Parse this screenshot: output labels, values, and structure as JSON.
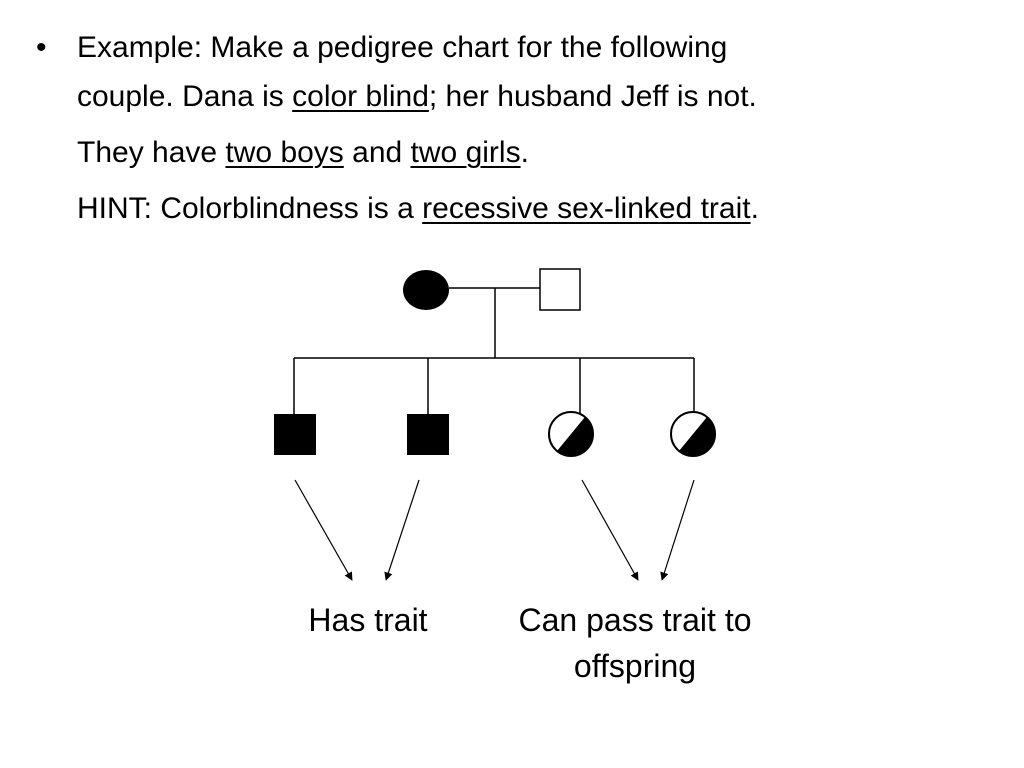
{
  "bullet": "•",
  "text": {
    "l1": "Example: Make a pedigree chart for the following",
    "l2_a": "couple. Dana is ",
    "l2_u": "color blind",
    "l2_b": "; her husband Jeff is not.",
    "l3_a": "They have ",
    "l3_u1": "two boys",
    "l3_b": " and ",
    "l3_u2": "two girls",
    "l3_c": ".",
    "l4_a": "HINT: Colorblindness is a ",
    "l4_u": "recessive sex-linked trait",
    "l4_b": "."
  },
  "labels": {
    "has_trait": "Has trait",
    "pass_line1": "Can pass trait to",
    "pass_line2": "offspring"
  },
  "colors": {
    "ink": "#000000",
    "background": "#ffffff"
  }
}
